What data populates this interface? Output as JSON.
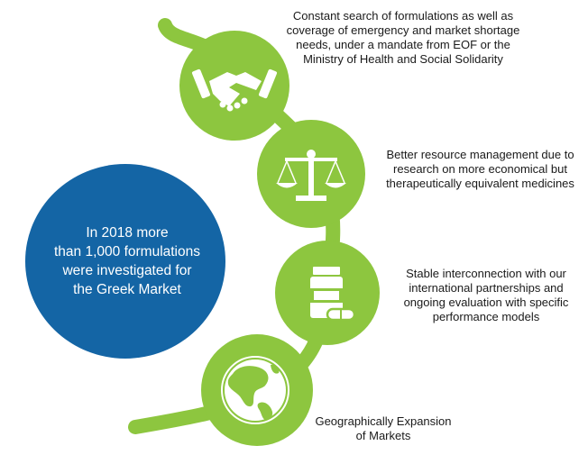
{
  "center": {
    "lines": [
      "In 2018 more",
      "than 1,000 formulations",
      "were investigated for",
      "the Greek Market"
    ]
  },
  "items": [
    {
      "icon": "handshake-icon",
      "lines": [
        "Constant search of formulations as well as",
        "coverage of emergency and market shortage",
        "needs, under a mandate from EOF or the",
        "Ministry of Health and Social Solidarity"
      ]
    },
    {
      "icon": "scales-icon",
      "lines": [
        "Better resource management due to",
        "research on more economical but",
        "therapeutically equivalent medicines"
      ]
    },
    {
      "icon": "medicine-bottle-icon",
      "lines": [
        "Stable interconnection with our",
        "international partnerships and",
        "ongoing evaluation with specific",
        "performance models"
      ]
    },
    {
      "icon": "globe-icon",
      "lines": [
        "Geographically Expansion",
        "of Markets"
      ]
    }
  ],
  "colors": {
    "green": "#8dc63f",
    "blue": "#1465a5",
    "dark": "#2b2b2b",
    "white": "#ffffff"
  }
}
